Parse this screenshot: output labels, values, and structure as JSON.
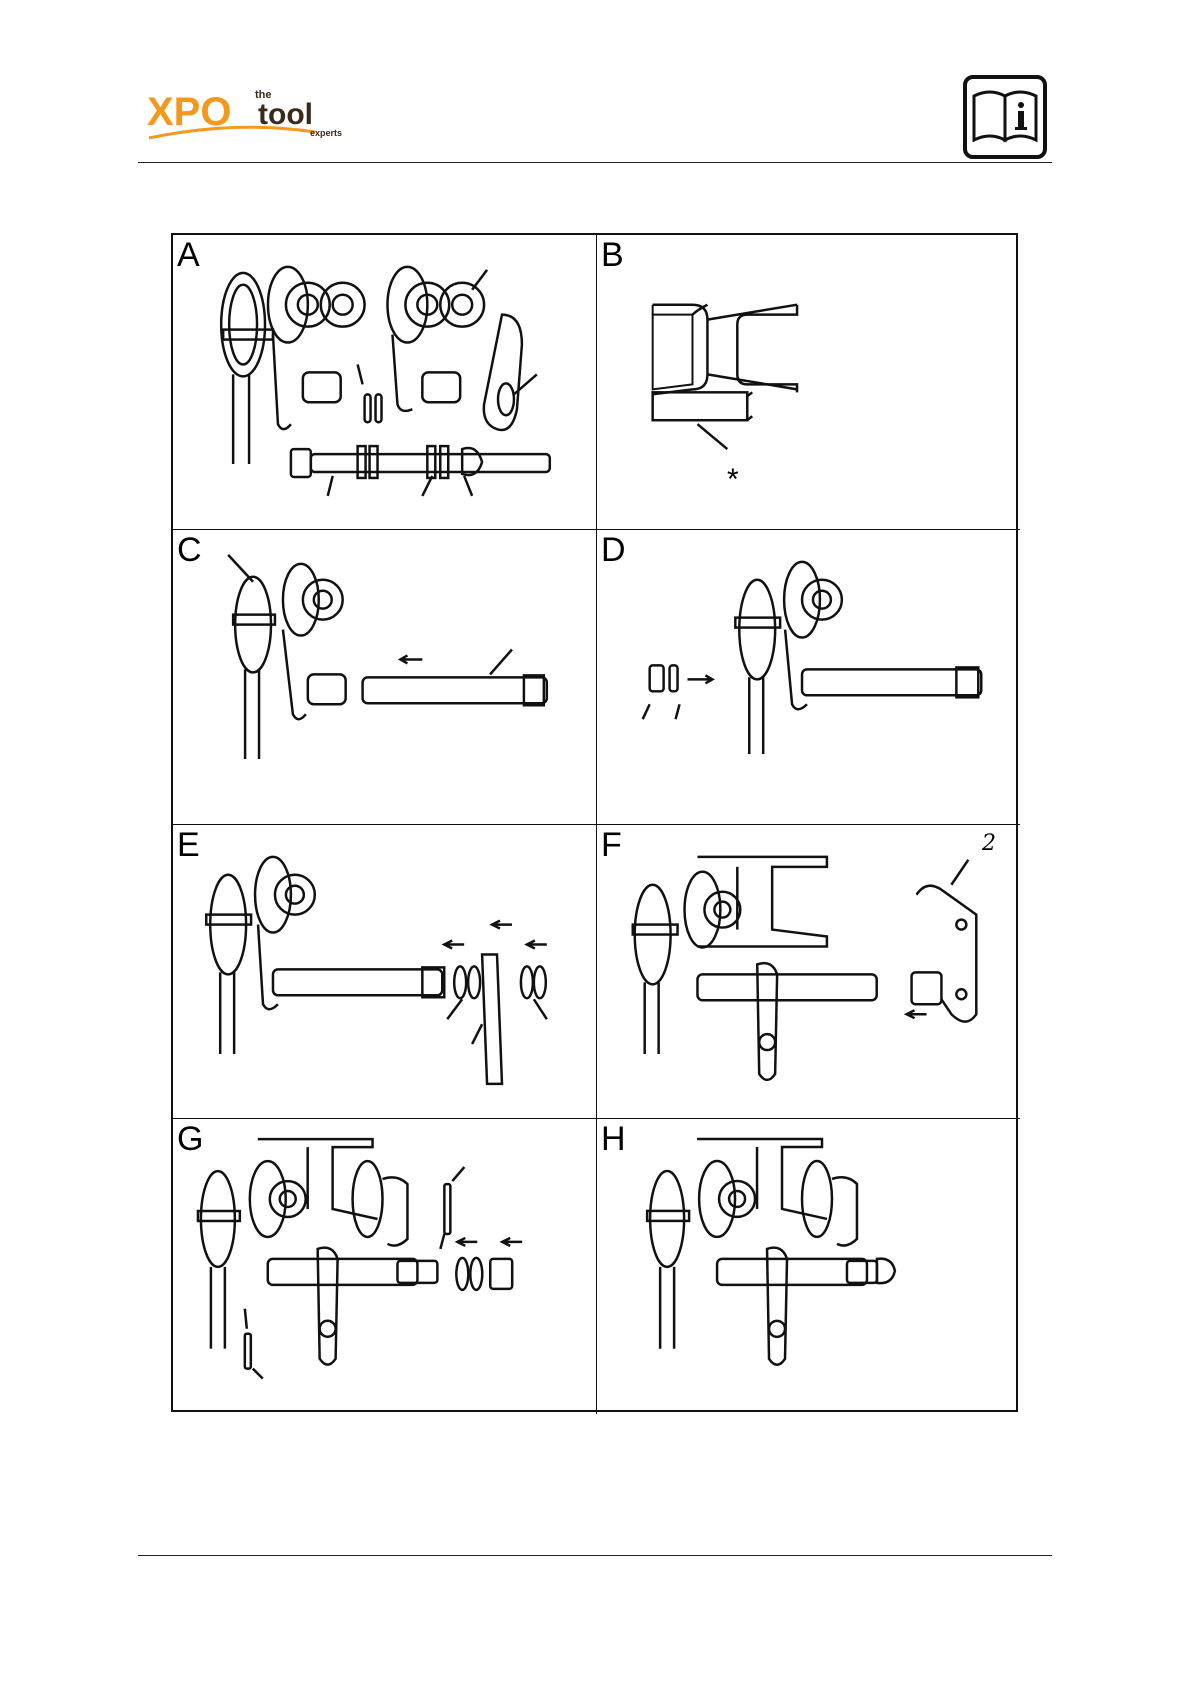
{
  "header": {
    "logo": {
      "mark": "XPO",
      "the": "the",
      "tool": "tool",
      "experts": "experts"
    },
    "info_icon": "manual-info-icon"
  },
  "panels": [
    {
      "letter": "A"
    },
    {
      "letter": "B",
      "callout": "*"
    },
    {
      "letter": "C"
    },
    {
      "letter": "D"
    },
    {
      "letter": "E"
    },
    {
      "letter": "F",
      "callout": "2"
    },
    {
      "letter": "G"
    },
    {
      "letter": "H"
    }
  ],
  "colors": {
    "logo_orange": "#F39A1E",
    "logo_dark": "#3a2a1a",
    "line": "#111111"
  }
}
